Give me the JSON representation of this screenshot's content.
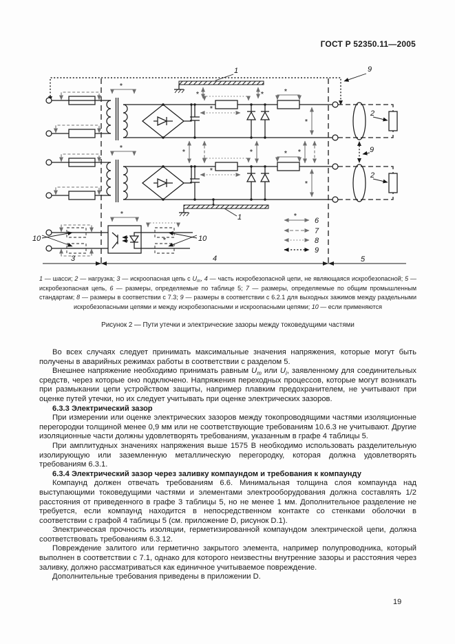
{
  "page": {
    "standard_number": "ГОСТ Р 52350.11—2005",
    "page_number": "19"
  },
  "figure": {
    "caption": "Рисунок 2 — Пути утечки и электрические зазоры между токоведущими  частями",
    "star": "*",
    "callouts": {
      "c1": "1",
      "c2": "2",
      "c3": "3",
      "c4": "4",
      "c5": "5",
      "c6": "6",
      "c7": "7",
      "c8": "8",
      "c9": "9",
      "c10": "10"
    },
    "legend_segments": [
      {
        "t": "1",
        "i": 1
      },
      {
        "t": " — шасси; "
      },
      {
        "t": "2",
        "i": 1
      },
      {
        "t": " — нагрузка; "
      },
      {
        "t": "3",
        "i": 1
      },
      {
        "t": " — искроопасная цепь с "
      },
      {
        "t": "U",
        "i": 1
      },
      {
        "t": "m",
        "i": 1,
        "sub": 1
      },
      {
        "t": ", "
      },
      {
        "t": "4",
        "i": 1
      },
      {
        "t": " — часть искробезопасной цепи, не являющаяся искробезопасной; "
      },
      {
        "t": "5",
        "i": 1
      },
      {
        "t": " — искробезопасная цепь, "
      },
      {
        "t": "6",
        "i": 1
      },
      {
        "t": " — размеры, определяемые по таблице 5; "
      },
      {
        "t": "7",
        "i": 1
      },
      {
        "t": " — размеры, определяемые по общим промышленным стандартам; "
      },
      {
        "t": "8",
        "i": 1
      },
      {
        "t": " — размеры в соответствии с 7.3; "
      },
      {
        "t": "9",
        "i": 1
      },
      {
        "t": " — размеры в соответствии с 6.2.1 для выходных зажимов между раздельными искробезопасными цепями и между искробезопасными и искроопасными цепями; "
      },
      {
        "t": "10",
        "i": 1
      },
      {
        "t": " — если применяются"
      }
    ]
  },
  "body": {
    "p1": [
      {
        "t": "Во всех случаях следует принимать максимальные значения напряжения, которые могут быть получены в аварийных режимах работы в соответствии с разделом 5."
      }
    ],
    "p2": [
      {
        "t": "Внешнее напряжение необходимо принимать равным "
      },
      {
        "t": "U",
        "i": 1
      },
      {
        "t": "m",
        "i": 1,
        "sub": 1
      },
      {
        "t": " или "
      },
      {
        "t": "U",
        "i": 1
      },
      {
        "t": "i",
        "i": 1,
        "sub": 1
      },
      {
        "t": ", заявленному для соединительных средств, через которые оно подключено. Напряжения переходных процессов, которые могут возникать при размыкании цепи устройством защиты, например плавким предохранителем, не учитывают при оценке путей утечки, но их следует учитывать при оценке электрических зазоров."
      }
    ],
    "h633": "6.3.3 Электрический зазор",
    "p3": [
      {
        "t": "При измерении или оценке электрических зазоров между токопроводящими частями изоляционные перегородки толщиной менее 0,9 мм или не соответствующие требованиям 10.6.3 не учитывают. Другие изоляционные части должны удовлетворять требованиям, указанным в графе 4 таблицы 5."
      }
    ],
    "p4": [
      {
        "t": "При амплитудных значениях напряжения выше 1575 В необходимо использовать разделительную изолирующую или заземленную металлическую перегородку, которая должна удовлетворять требованиям 6.3.1."
      }
    ],
    "h634": "6.3.4 Электрический зазор через заливку компаундом и требования к компаунду",
    "p5": [
      {
        "t": "Компаунд должен отвечать требованиям 6.6. Минимальная толщина слоя компаунда над выступающими токоведущими частями и элементами электрооборудования должна составлять 1/2 расстояния от приведенного в графе 3 таблицы 5, но не менее 1 мм. Дополнительное разделение не требуется, если компаунд находится в непосредственном контакте со стенками оболочки в соответствии с графой 4 таблицы 5 (см. приложение D, рисунок D.1)."
      }
    ],
    "p6": [
      {
        "t": "Электрическая прочность изоляции, герметизированной компаундом электрической цепи, должна соответствовать требованиям 6.3.12."
      }
    ],
    "p7": [
      {
        "t": "Повреждение залитого или герметично закрытого элемента, например полупроводника, который выполнен в соответствии с 7.1, однако для которого неизвестны внутренние зазоры и расстояния через заливку, должно рассматриваться как единичное учитываемое повреждение."
      }
    ],
    "p8": [
      {
        "t": "Дополнительные требования приведены в приложении D."
      }
    ]
  }
}
